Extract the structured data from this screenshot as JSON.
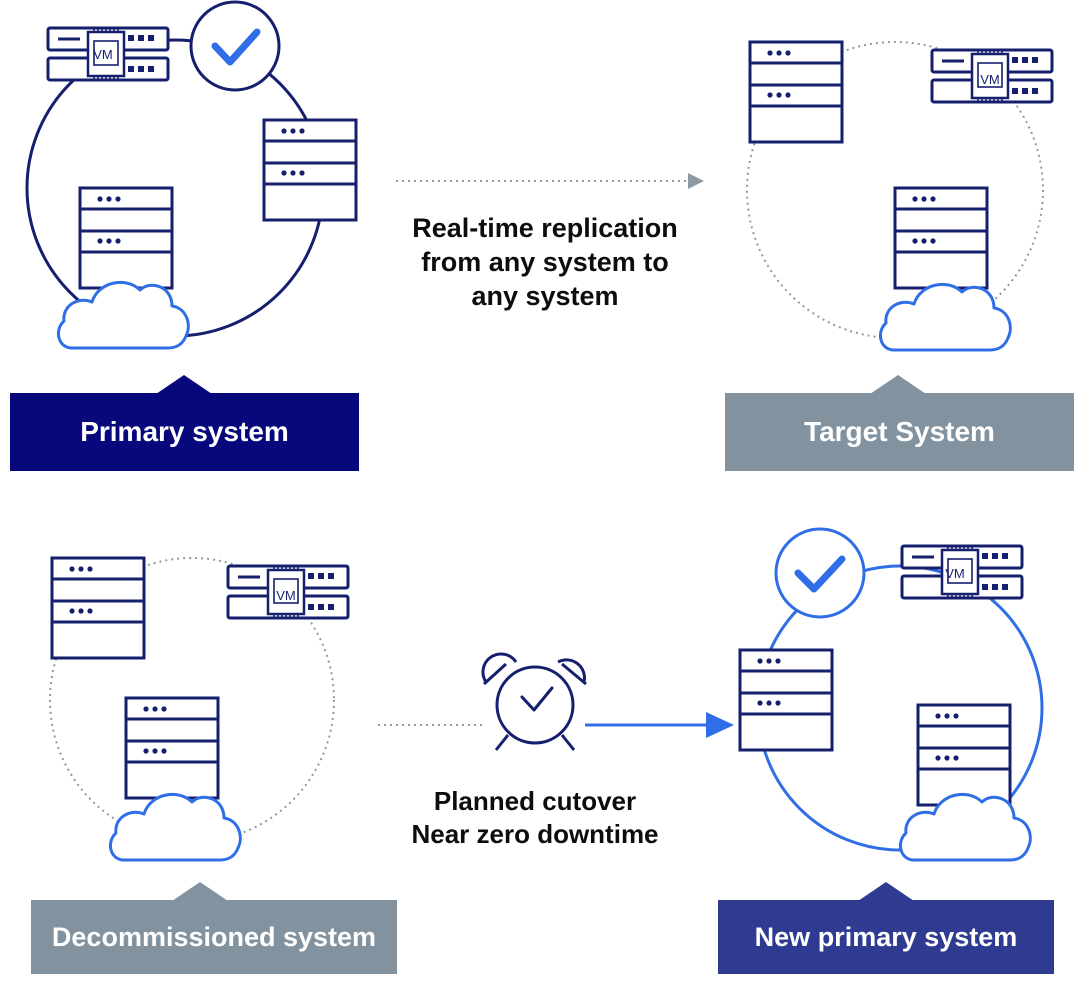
{
  "captions": {
    "replication": [
      "Real-time replication",
      "from any system to",
      "any system"
    ],
    "cutover": [
      "Planned cutover",
      "Near zero downtime"
    ]
  },
  "labels": {
    "primary": "Primary system",
    "target": "Target System",
    "decommissioned": "Decommissioned system",
    "new_primary": "New primary system"
  },
  "vm_chip_label": "VM",
  "colors": {
    "navy": "#0f0f80",
    "navy_stroke": "#161f6e",
    "blue": "#2f6ee6",
    "gray_box": "#82939f",
    "dotted_gray": "#8d9aa4",
    "new_primary_box": "#2e3b91",
    "primary_box": "#07087c"
  }
}
